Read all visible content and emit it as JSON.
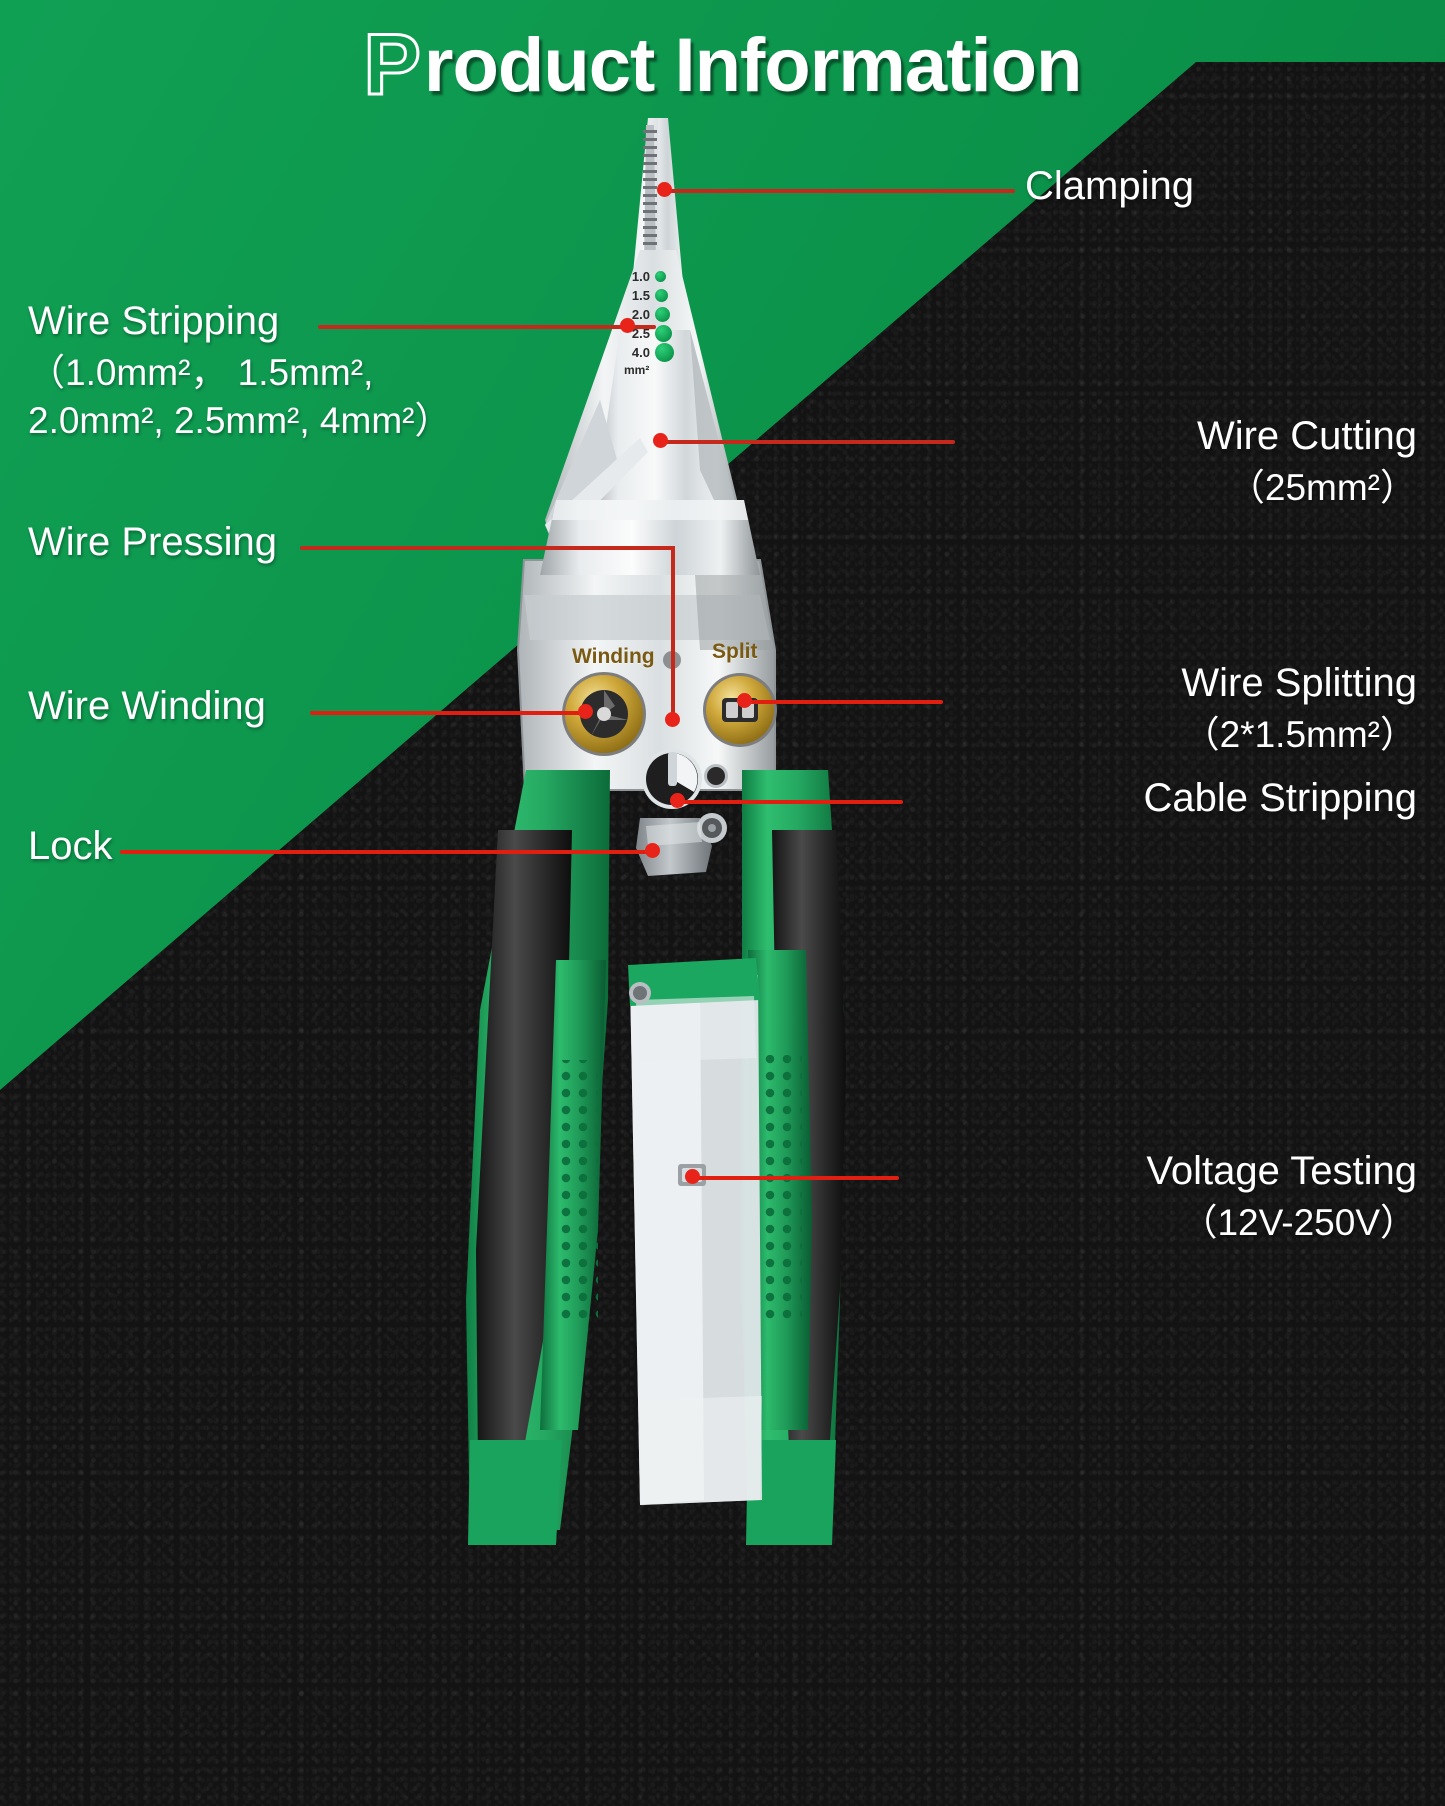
{
  "header": {
    "title_initial": "P",
    "title_rest": "roduct Information",
    "title_full": "Product Information"
  },
  "colors": {
    "green": "#0b9149",
    "dark": "#131313",
    "leader_red": "#c4291c",
    "dot_red": "#e8241a",
    "text_white": "#ffffff",
    "brass": "#c9a227",
    "handle_green": "#22a85e",
    "handle_black": "#2a2a2a"
  },
  "callouts": [
    {
      "id": "clamping",
      "label": "Clamping",
      "spec": "",
      "side": "right"
    },
    {
      "id": "wire-stripping",
      "label": "Wire Stripping",
      "spec_line1": "（1.0mm²，  1.5mm²,",
      "spec_line2": "2.0mm²,  2.5mm²,  4mm²）",
      "side": "left"
    },
    {
      "id": "wire-cutting",
      "label": "Wire Cutting",
      "spec": "（25mm²）",
      "side": "right"
    },
    {
      "id": "wire-pressing",
      "label": "Wire Pressing",
      "spec": "",
      "side": "left"
    },
    {
      "id": "wire-winding",
      "label": "Wire Winding",
      "spec": "",
      "side": "left"
    },
    {
      "id": "wire-splitting",
      "label": "Wire Splitting",
      "spec": "（2*1.5mm²）",
      "side": "right"
    },
    {
      "id": "cable-stripping",
      "label": "Cable Stripping",
      "spec": "",
      "side": "right"
    },
    {
      "id": "lock",
      "label": "Lock",
      "spec": "",
      "side": "left"
    },
    {
      "id": "voltage-testing",
      "label": "Voltage Testing",
      "spec": "（12V-250V）",
      "side": "right"
    }
  ],
  "tool_markings": {
    "winding": "Winding",
    "split": "Split",
    "gauge_unit": "mm²",
    "gauge_values": [
      "1.0",
      "1.5",
      "2.0",
      "2.5",
      "4.0"
    ]
  }
}
